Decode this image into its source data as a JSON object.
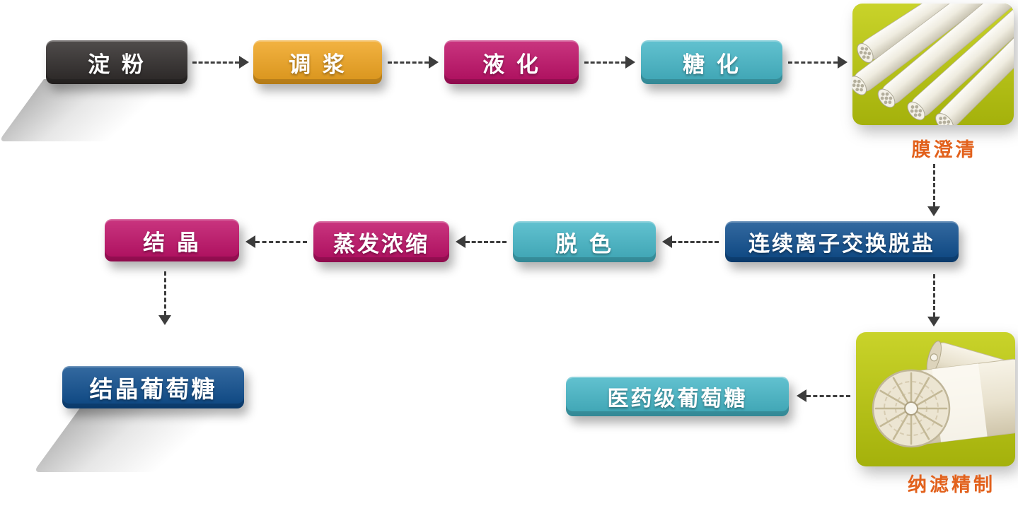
{
  "colors": {
    "black": "#2e2a29",
    "orange": "#f0a41e",
    "magenta": "#bf0f67",
    "teal": "#44b6c7",
    "blue": "#0d4d8e",
    "caption": "#e2611c",
    "arrow": "#3d3d3d",
    "img_bg_light": "#c9d32a",
    "img_bg_dark": "#a4b10b"
  },
  "nodes": {
    "starch": "淀 粉",
    "slurry": "调 浆",
    "liquefaction": "液 化",
    "saccharification": "糖 化",
    "ion_exchange": "连续离子交换脱盐",
    "decolor": "脱 色",
    "evaporation": "蒸发浓缩",
    "crystallization": "结 晶",
    "crystal_glucose": "结晶葡萄糖",
    "pharma_glucose": "医药级葡萄糖"
  },
  "captions": {
    "membrane_clarification": "膜澄清",
    "nanofiltration": "纳滤精制"
  },
  "images": {
    "membrane_clarification": "ceramic-membrane-tubes",
    "nanofiltration": "spiral-wound-membrane-modules"
  }
}
